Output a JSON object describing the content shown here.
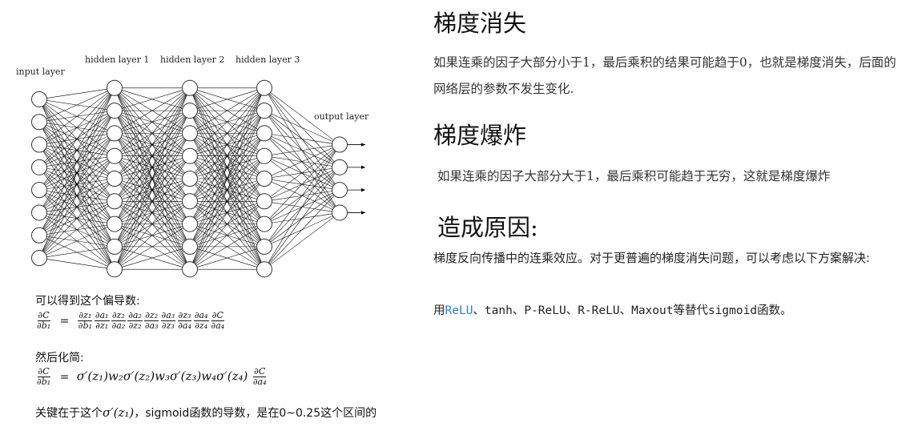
{
  "diagram": {
    "layers": [
      {
        "label": "input layer",
        "nodes": 8
      },
      {
        "label": "hidden layer 1",
        "nodes": 9
      },
      {
        "label": "hidden layer 2",
        "nodes": 9
      },
      {
        "label": "hidden layer 3",
        "nodes": 9
      },
      {
        "label": "output layer",
        "nodes": 4
      }
    ],
    "node_stroke": "#333333",
    "edge_color": "#000000"
  },
  "left": {
    "note1": "可以得到这个偏导数:",
    "formula1": {
      "lhs": {
        "num": "∂C",
        "den": "∂b₁"
      },
      "eq": "=",
      "terms": [
        {
          "num": "∂z₁",
          "den": "∂b₁"
        },
        {
          "num": "∂a₁",
          "den": "∂z₁"
        },
        {
          "num": "∂z₂",
          "den": "∂a₂"
        },
        {
          "num": "∂a₂",
          "den": "∂z₂"
        },
        {
          "num": "∂z₂",
          "den": "∂a₃"
        },
        {
          "num": "∂a₃",
          "den": "∂z₃"
        },
        {
          "num": "∂z₃",
          "den": "∂a₄"
        },
        {
          "num": "∂a₄",
          "den": "∂z₄"
        },
        {
          "num": "∂C",
          "den": "∂a₄"
        }
      ]
    },
    "note2": "然后化简:",
    "formula2": {
      "lhs": {
        "num": "∂C",
        "den": "∂b₁"
      },
      "eq": "=",
      "body": "σ′(z₁)w₂σ′(z₂)w₃σ′(z₃)w₄σ′(z₄)",
      "tail": {
        "num": "∂C",
        "den": "∂a₄"
      }
    },
    "note3_pre": "关键在于这个",
    "note3_math": "σ′(z₁)",
    "note3_post": "，sigmoid函数的导数，是在0~0.25这个区间的"
  },
  "right": {
    "h1": "梯度消失",
    "p1": "如果连乘的因子大部分小于1，最后乘积的结果可能趋于0，也就是梯度消失，后面的网络层的参数不发生变化.",
    "h2": "梯度爆炸",
    "p2": "如果连乘的因子大部分大于1，最后乘积可能趋于无穷，这就是梯度爆炸",
    "h3": "造成原因:",
    "p3": "梯度反向传播中的连乘效应。对于更普遍的梯度消失问题，可以考虑以下方案解决:",
    "p4_pre": "用",
    "p4_link": "ReLU",
    "p4_post": "、tanh、P-ReLU、R-ReLU、Maxout等替代sigmoid函数。"
  }
}
